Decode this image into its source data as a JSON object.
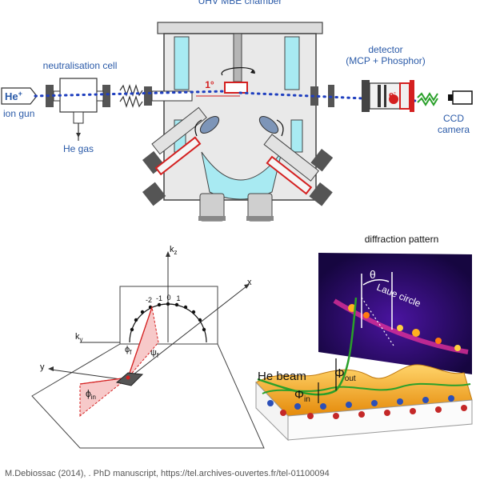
{
  "chamber": {
    "title": "UHV MBE chamber",
    "angle_label": "1°",
    "neutralisation_label": "neutralisation cell",
    "detector_label_line1": "detector",
    "detector_label_line2": "(MCP + Phosphor)",
    "electron_label": "e",
    "ion_label": "He",
    "ion_gun_label": "ion gun",
    "gas_label": "He gas",
    "ccd_label_line1": "CCD",
    "ccd_label_line2": "camera"
  },
  "geometry": {
    "axis_kz": "k",
    "axis_kz_sub": "z",
    "axis_ky": "k",
    "axis_ky_sub": "y",
    "axis_x": "x",
    "axis_y": "y",
    "orders": [
      "-2",
      "-1",
      "0",
      "1"
    ],
    "phi_f_label": "ϕ",
    "phi_f_sub": "f",
    "psi_f_label": "ψ",
    "psi_f_sub": "f",
    "phi_in_label": "ϕ",
    "phi_in_sub": "in"
  },
  "pattern": {
    "title": "diffraction pattern",
    "theta_label": "θ",
    "laue_label": "Laue circle",
    "he_beam_label": "He beam",
    "phi_out_label": "Φ",
    "phi_out_sub": "out",
    "phi_in_label": "Φ",
    "phi_in_sub": "in"
  },
  "caption": "M.Debiossac (2014), . PhD manuscript, https://tel.archives-ouvertes.fr/tel-01100094",
  "colors": {
    "beam": "#1f3fbf",
    "chamber_fill": "#e9e9e9",
    "window": "#a8eaf2",
    "red": "#d42020",
    "gold": "#f2a516",
    "pattern_bg": "#3a0a6e"
  }
}
